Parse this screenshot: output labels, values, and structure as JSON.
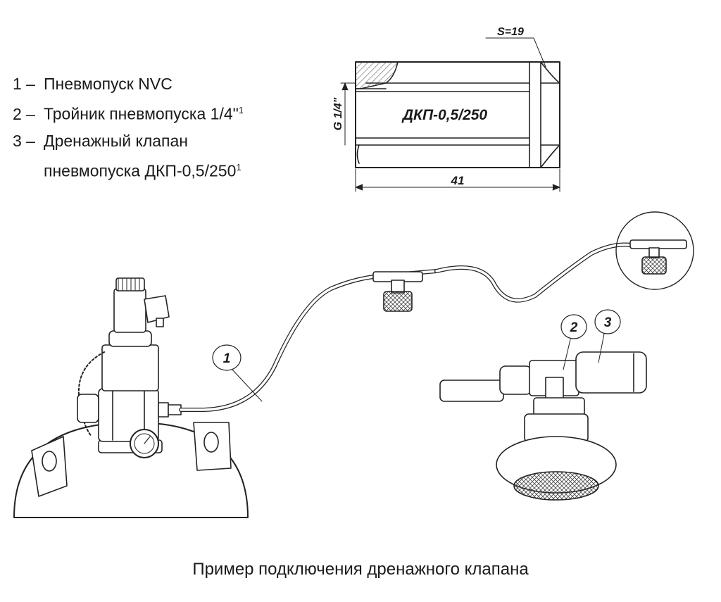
{
  "legend": [
    {
      "num": "1 –",
      "text": "Пневмопуск NVC",
      "sup": ""
    },
    {
      "num": "2 –",
      "text": "Тройник пневмопуска 1/4\"",
      "sup": "1"
    },
    {
      "num": "3 –",
      "text": "Дренажный клапан",
      "text2": "пневмопуска ДКП-0,5/250",
      "sup": "1"
    }
  ],
  "drawing": {
    "label_body": "ДКП-0,5/250",
    "dim_length": "41",
    "dim_wrench": "S=19",
    "dim_thread": "G 1/4\""
  },
  "callouts": [
    "1",
    "2",
    "3"
  ],
  "caption": "Пример подключения дренажного клапана"
}
